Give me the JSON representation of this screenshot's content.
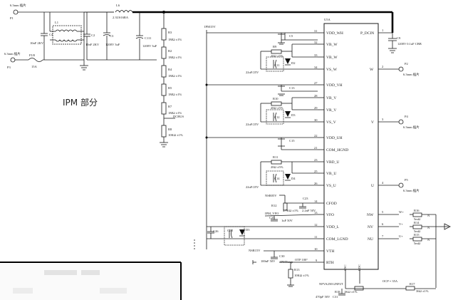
{
  "title": "IPM 部分",
  "connectors": {
    "p1": {
      "ref": "P1",
      "label": "6.3mm 插片"
    },
    "p3": {
      "ref": "P3",
      "label": "6.3mm 插片"
    },
    "p2": {
      "ref": "P2",
      "label": "6.3mm 插片"
    },
    "p4": {
      "ref": "P4",
      "label": "6.3mm 插片"
    },
    "p5": {
      "ref": "P5",
      "label": "6.3mm 插片"
    }
  },
  "input": {
    "fuse": {
      "ref": "FU0",
      "value": "15A"
    },
    "l1": {
      "ref": "L1"
    },
    "c4": {
      "ref": "C4",
      "value": "10nF 2KV"
    },
    "c2": {
      "ref": "C2",
      "value": "10nF 2KV"
    },
    "c3": {
      "ref": "C3",
      "value": "1200V 3uF"
    },
    "l6": {
      "ref": "L6",
      "value": "2.3US16RA"
    },
    "c111": {
      "ref": "C111",
      "value": "1200V 3uF"
    },
    "ipm15v": "IPM15V"
  },
  "resistors": [
    {
      "ref": "R3",
      "value": "1MΩ ±1%"
    },
    {
      "ref": "R2",
      "value": "1MΩ ±1%"
    },
    {
      "ref": "R4",
      "value": "1MΩ ±1%"
    },
    {
      "ref": "R5",
      "value": "1MΩ ±1%"
    },
    {
      "ref": "R7",
      "value": "1MΩ ±1%"
    },
    {
      "ref": "R8",
      "value": "10KΩ ±1%"
    }
  ],
  "dcbus": "DCBUS",
  "bootstrap": {
    "c5": "C5",
    "r9": {
      "ref": "R9",
      "value": "20Ω ±5%"
    },
    "c11": {
      "ref": "C11",
      "value": "22uF/25V"
    },
    "d2": "D2",
    "c13": "C13",
    "r10": {
      "ref": "R10",
      "value": "20Ω ±5%"
    },
    "c12": {
      "ref": "C12",
      "value": "22uF/25V"
    },
    "d3": "D3",
    "c15": "C15",
    "r11": {
      "ref": "R11",
      "value": "20Ω ±5%"
    },
    "c14": {
      "ref": "C14",
      "value": "22uF/25V"
    },
    "d4": "D4"
  },
  "ic": {
    "ref": "U5A",
    "part": "NFVA25012NP2T",
    "left_pins": [
      {
        "num": "31",
        "name": "VDD_WH"
      },
      {
        "num": "32",
        "name": "VB_W"
      },
      {
        "num": "33",
        "name": "VB_W"
      },
      {
        "num": "34",
        "name": "VS_W"
      },
      {
        "num": "27",
        "name": "VDD_VH"
      },
      {
        "num": "28",
        "name": "VB_V"
      },
      {
        "num": "29",
        "name": "VR_V"
      },
      {
        "num": "30",
        "name": "VS_V"
      },
      {
        "num": "22",
        "name": "VDD_UH"
      },
      {
        "num": "21",
        "name": "COM_HGND"
      },
      {
        "num": "23",
        "name": "VBD_U"
      },
      {
        "num": "25",
        "name": "VB_U"
      },
      {
        "num": "26",
        "name": "VS_U"
      },
      {
        "num": "14",
        "name": "CFOD"
      },
      {
        "num": "13",
        "name": "VFO"
      },
      {
        "num": "12",
        "name": "VDD_L"
      },
      {
        "num": "11",
        "name": "COM_LGND"
      },
      {
        "num": "10",
        "name": "VTH"
      },
      {
        "num": "9",
        "name": "RTH"
      }
    ],
    "right_pins": [
      {
        "num": "1",
        "name": "P_DCIN"
      },
      {
        "num": "2",
        "name": "W"
      },
      {
        "num": "3",
        "name": "V"
      },
      {
        "num": "4",
        "name": "U"
      },
      {
        "num": "5",
        "name": "NW"
      },
      {
        "num": "6",
        "name": "NV"
      },
      {
        "num": "7",
        "name": "NU"
      }
    ],
    "bottom_pins": [
      "CSC",
      "PDC"
    ]
  },
  "c9": {
    "ref": "C9",
    "value": "1200V 0.1uF CBB"
  },
  "shunts": [
    {
      "sig": "W+",
      "ref": "R16",
      "value": "5mΩ"
    },
    {
      "sig": "V+",
      "ref": "R14",
      "value": "5mΩ"
    },
    {
      "sig": "U+",
      "ref": "R15",
      "value": "5mΩ"
    }
  ],
  "lower": {
    "nsrf": "NSR05V",
    "r12": {
      "ref": "R12",
      "value": "4.7KΩ ±1%"
    },
    "c23": {
      "ref": "C23",
      "value": "2.2nF 50V"
    },
    "ipm_vfo": "IPM_VFO",
    "c25": {
      "ref": "C25",
      "value": "1uF 50V"
    },
    "c26": "C26",
    "c28": "C28",
    "d5": "D5",
    "nsr15v": "NSR15V",
    "c30": {
      "ref": "C30",
      "value": "100nF 50V"
    },
    "otp": "OTP 100°",
    "ipmtemp": "IPMTemp",
    "r13": {
      "ref": "R13",
      "value": "10KΩ ±1%"
    },
    "ocp": "OCP = 35A",
    "r17": {
      "ref": "R17",
      "value": "36Ω ±1%"
    },
    "r18": {
      "ref": "R18",
      "value": "1KΩ ±1%"
    },
    "c31": {
      "ref": "C31",
      "value": "470pF 50V"
    }
  }
}
